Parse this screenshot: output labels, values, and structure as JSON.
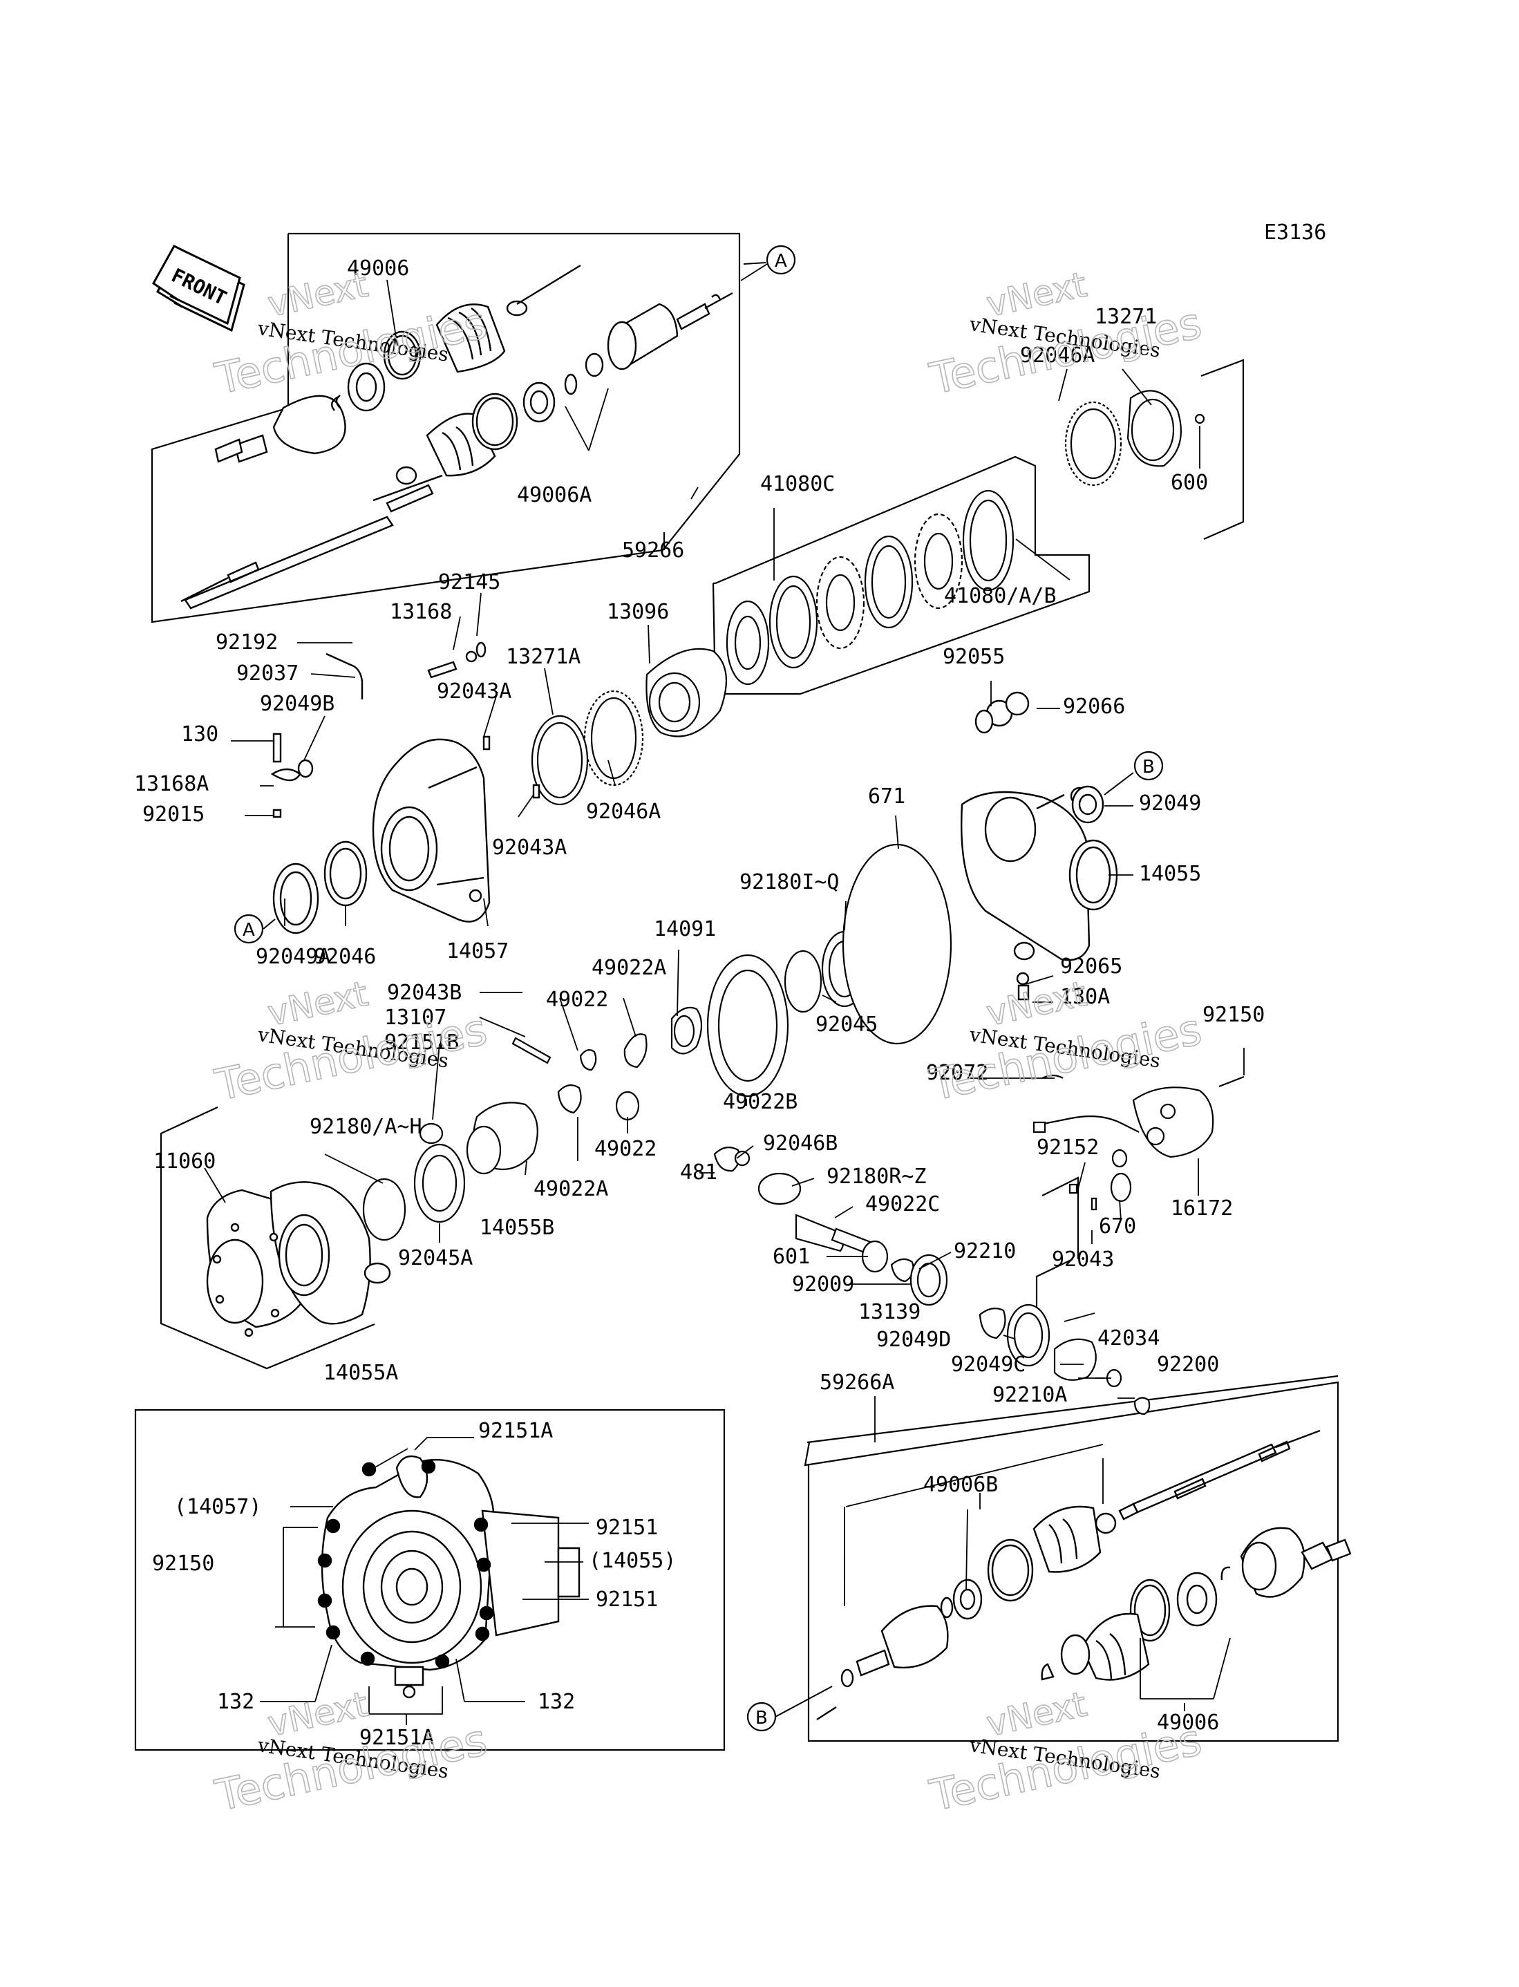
{
  "diagram_code": "E3136",
  "front_label": "FRONT",
  "watermark": {
    "line1": "vNext",
    "line2": "vNext Technologies",
    "line3": "Technologies"
  },
  "ref_markers": [
    "A",
    "A",
    "B",
    "B"
  ],
  "parts": [
    "49006",
    "59266",
    "49006A",
    "13271",
    "92046A",
    "600",
    "41080C",
    "41080/A/B",
    "92145",
    "13168",
    "13096",
    "92192",
    "92037",
    "13271A",
    "92049B",
    "92043A",
    "130",
    "13168A",
    "92015",
    "92043A",
    "92046A",
    "92055",
    "92066",
    "92049",
    "671",
    "14055",
    "92180I~Q",
    "92049A",
    "92046",
    "14057",
    "14091",
    "49022A",
    "92043B",
    "49022",
    "13107",
    "92151B",
    "92045",
    "92065",
    "130A",
    "92150",
    "92072",
    "49022B",
    "92180/A~H",
    "11060",
    "49022",
    "49022A",
    "14055B",
    "92045A",
    "92046B",
    "481",
    "92180R~Z",
    "92152",
    "49022C",
    "670",
    "16172",
    "601",
    "92210",
    "92043",
    "92009",
    "14055A",
    "13139",
    "42034",
    "92049D",
    "92049C",
    "92200",
    "92210A",
    "59266A",
    "49006B",
    "92151A",
    "(14057)",
    "92151",
    "92150",
    "(14055)",
    "92151",
    "132",
    "132",
    "92151A",
    "49006"
  ]
}
